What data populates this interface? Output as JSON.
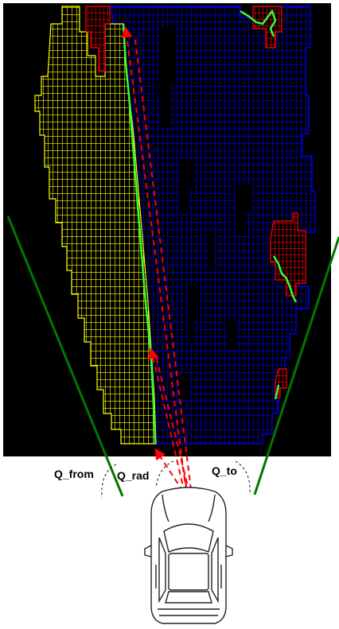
{
  "labels": {
    "q_from": "Q_from",
    "q_rad": "Q_rad",
    "q_to": "Q_to"
  },
  "colors": {
    "background": "#000000",
    "free_cells": "#0000ff",
    "left_boundary_cells": "#ffff00",
    "obstacle_cells": "#ff0000",
    "path_line": "#22dd22",
    "field_of_view_lines": "#007700",
    "ray_arrows": "#ff0000",
    "car_outline": "#222222"
  },
  "icons": {
    "vehicle": "car-top-view-icon"
  }
}
